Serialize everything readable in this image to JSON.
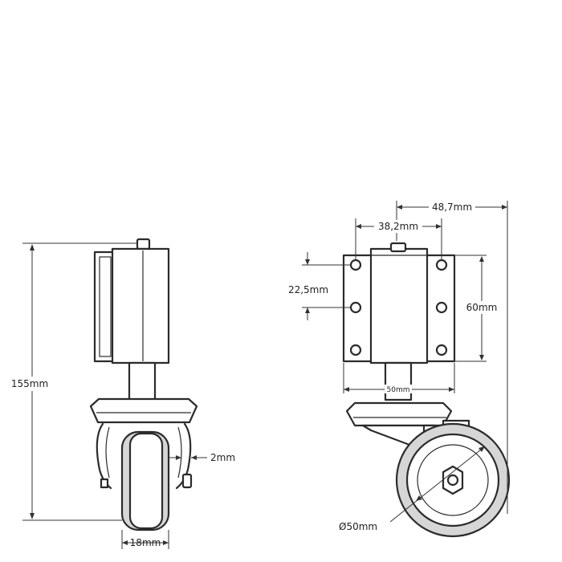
{
  "drawing": {
    "colors": {
      "line": "#2b2b2b",
      "tire": "#d6d6d6",
      "background": "#ffffff"
    },
    "side_view": {
      "height_label": "155mm",
      "clearance_label": "2mm",
      "wheel_width_label": "18mm"
    },
    "front_view": {
      "overall_width_label": "48,7mm",
      "hole_spacing_label": "38,2mm",
      "hole_pitch_label": "22,5mm",
      "plate_height_label": "60mm",
      "swivel_plate_label": "50mm",
      "wheel_diameter_label": "Ø50mm"
    }
  }
}
